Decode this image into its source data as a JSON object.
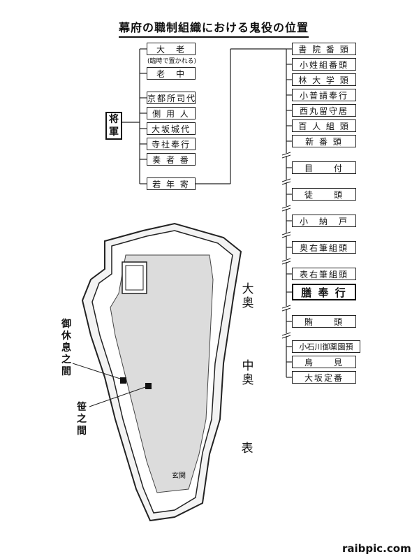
{
  "title": "幕府の職制組織における鬼役の位置",
  "shogun": "将軍",
  "left_roles": [
    "大　老",
    "老　中",
    "京都所司代",
    "側 用 人",
    "大坂城代",
    "寺社奉行",
    "奏 者 番",
    "若 年 寄"
  ],
  "tairo_note": "(臨時で置かれる)",
  "right_roles": [
    "書 院 番 頭",
    "小姓組番頭",
    "林 大 学 頭",
    "小普請奉行",
    "西丸留守居",
    "百 人 組 頭",
    "新 番 頭",
    "目　　付",
    "徒　　頭",
    "小　納　戸",
    "奥右筆組頭",
    "表右筆組頭",
    "膳 奉 行",
    "賄　　頭",
    "小石川御薬園預",
    "鳥　　見",
    "大坂定番"
  ],
  "highlight_role": "膳 奉 行",
  "map_labels": {
    "ooku": "大奥",
    "nakaoku": "中奥",
    "omote": "表",
    "oyasumi": "御休息之間",
    "sasa": "笹之間",
    "genkan": "玄関"
  },
  "watermark": "raibpic.com"
}
